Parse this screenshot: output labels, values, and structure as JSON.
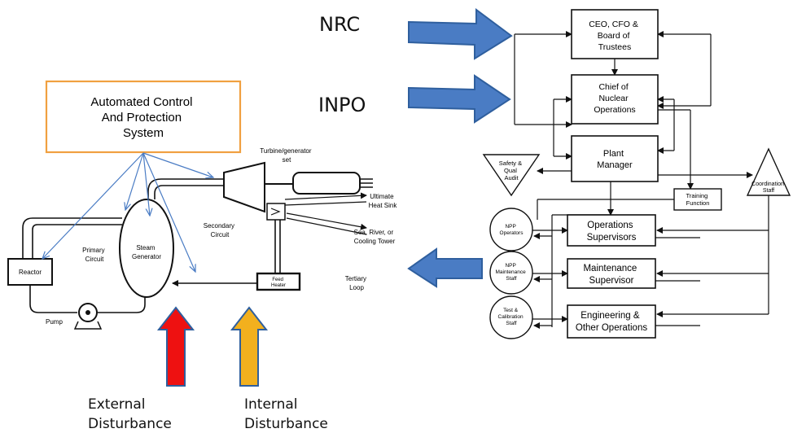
{
  "labels": {
    "nrc": "NRC",
    "inpo": "INPO",
    "control_system": [
      "Automated Control",
      "And Protection",
      "System"
    ],
    "turbine": [
      "Turbine/generator",
      "set"
    ],
    "ultimate_heat_sink": [
      "Ultimate",
      "Heat Sink"
    ],
    "sea_river": [
      "Sea, River, or",
      "Cooling Tower"
    ],
    "secondary_circuit": [
      "Secondary",
      "Circuit"
    ],
    "primary_circuit": [
      "Primary",
      "Circuit"
    ],
    "steam_generator": [
      "Steam",
      "Generator"
    ],
    "reactor": "Reactor",
    "pump": "Pump",
    "feed_heater": [
      "Feed",
      "Heater"
    ],
    "tertiary_loop": [
      "Tertiary",
      "Loop"
    ],
    "external_disturbance": [
      "External",
      "Disturbance"
    ],
    "internal_disturbance": [
      "Internal",
      "Disturbance"
    ],
    "ceo": [
      "CEO, CFO &",
      "Board of",
      "Trustees"
    ],
    "chief": [
      "Chief of",
      "Nuclear",
      "Operations"
    ],
    "plant_manager": [
      "Plant",
      "Manager"
    ],
    "safety_audit": [
      "Safety &",
      "Qual",
      "Audit"
    ],
    "coordination_staff": [
      "Coordination",
      "Staff"
    ],
    "training": [
      "Training",
      "Function"
    ],
    "npp_operators": [
      "NPP",
      "Operators"
    ],
    "npp_maintenance": [
      "NPP",
      "Maintenance",
      "Staff"
    ],
    "test_calibration": [
      "Test &",
      "Calibration",
      "Staff"
    ],
    "ops_supervisors": [
      "Operations",
      "Supervisors"
    ],
    "maint_supervisor": [
      "Maintenance",
      "Supervisor"
    ],
    "engineering": [
      "Engineering &",
      "Other Operations"
    ]
  },
  "colors": {
    "blue_arrow": "#4a7cc4",
    "blue_arrow_stroke": "#2f5f9e",
    "control_box_border": "#f0a040",
    "external_arrow": "#ee1111",
    "internal_arrow": "#f2b01e",
    "arrow_outline": "#2f5f9e",
    "signal_line": "#4a7cc4",
    "line": "#111111"
  }
}
